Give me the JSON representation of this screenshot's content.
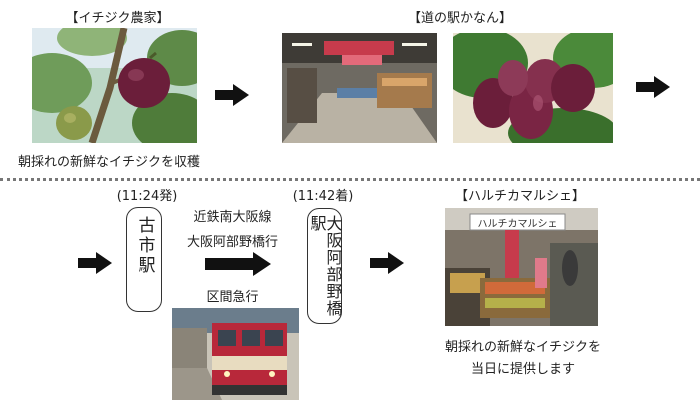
{
  "farm": {
    "heading": "【イチジク農家】",
    "caption": "朝採れの新鮮なイチジクを収穫"
  },
  "roadside_station": {
    "heading": "【道の駅かなん】"
  },
  "departure": {
    "time": "(11:24発)",
    "station": "古市駅"
  },
  "train": {
    "line": "近鉄南大阪線",
    "destination": "大阪阿部野橋行",
    "type": "区間急行"
  },
  "arrival": {
    "time": "(11:42着)",
    "station": "大阪阿部野橋駅"
  },
  "market": {
    "heading": "【ハルチカマルシェ】",
    "sign": "ハルチカマルシェ",
    "caption_line1": "朝採れの新鮮なイチジクを",
    "caption_line2": "当日に提供します"
  },
  "colors": {
    "arrow": "#111111",
    "fig_purple": "#6b1e3a",
    "leaf_green": "#3f7a32",
    "train_red": "#b8283a",
    "train_cream": "#e8dcc0",
    "divider": "#777777"
  }
}
